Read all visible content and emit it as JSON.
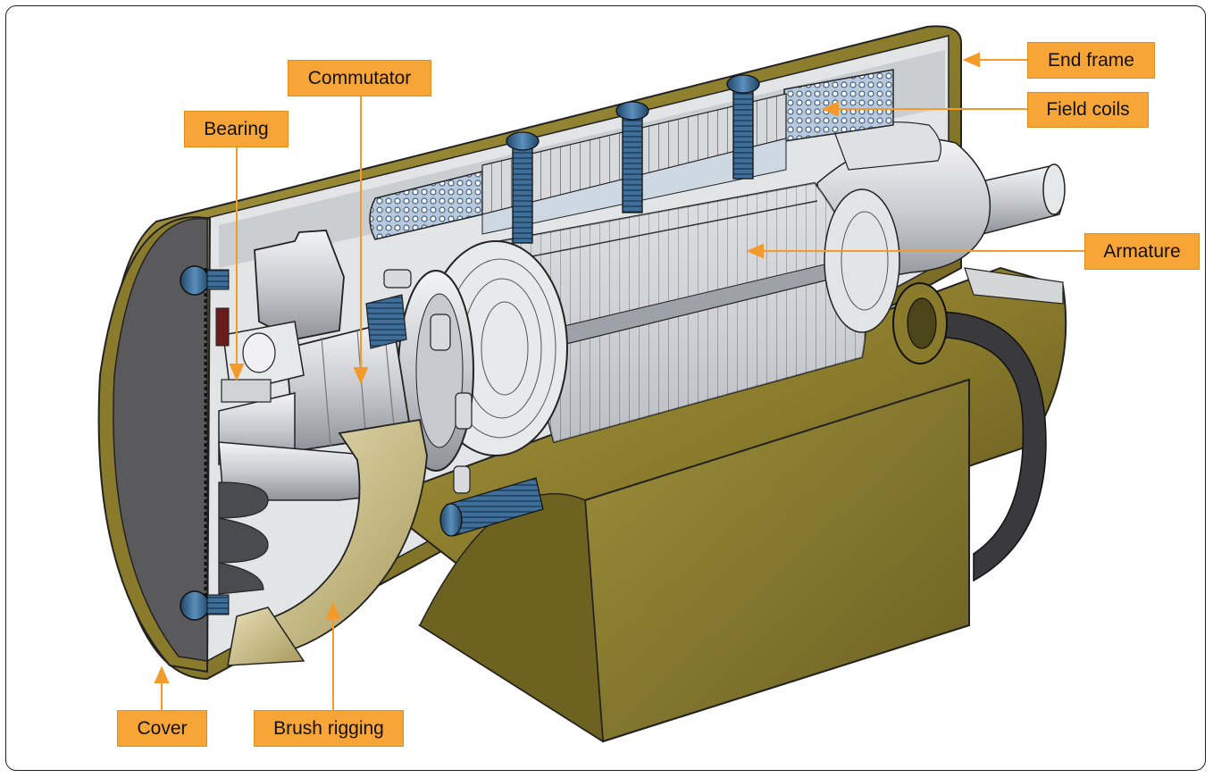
{
  "labels": {
    "end_frame": "End frame",
    "field_coils": "Field coils",
    "commutator": "Commutator",
    "bearing": "Bearing",
    "armature": "Armature",
    "cover": "Cover",
    "brush_rigging": "Brush rigging"
  },
  "colors": {
    "housing": "#8a7a2a",
    "label_fill": "#f7a536",
    "leader": "#f39a2a",
    "screw": "#3e6f9a",
    "cover_plate": "#5a5a5a"
  }
}
